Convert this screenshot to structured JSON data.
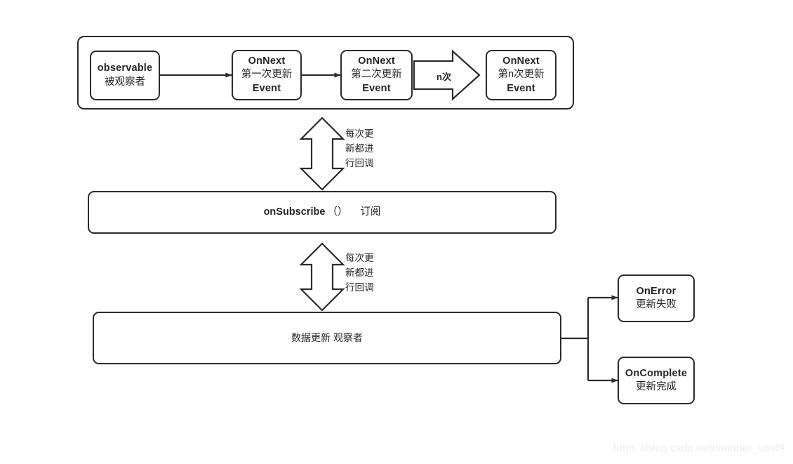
{
  "diagram": {
    "title": "RxJava observable / observer callback flow",
    "watermark": "https://blog.csdn.net/number_cmd9",
    "colors": {
      "stroke": "#2b2b2b",
      "text": "#262626",
      "background": "#ffffff",
      "watermark": "#ececec"
    },
    "observable_group": {
      "nodes": [
        {
          "id": "observable",
          "line1": "observable",
          "line2": "被观察者"
        },
        {
          "id": "onnext-1",
          "line1": "OnNext",
          "line2": "第一次更新",
          "line3": "Event"
        },
        {
          "id": "onnext-2",
          "line1": "OnNext",
          "line2": "第二次更新",
          "line3": "Event"
        },
        {
          "id": "onnext-n",
          "line1": "OnNext",
          "line2": "第n次更新",
          "line3": "Event"
        }
      ],
      "repeat_arrow_label": "n次"
    },
    "callback_note_top": "每次更\n新都进\n行回调",
    "callback_note_bottom": "每次更\n新都进\n行回调",
    "subscribe_box": {
      "fn": "onSubscribe",
      "paren": "（）",
      "zh": "订阅"
    },
    "observer_box": {
      "label": "数据更新  观察者"
    },
    "terminal_nodes": [
      {
        "id": "onerror",
        "line1": "OnError",
        "line2": "更新失败"
      },
      {
        "id": "oncomplete",
        "line1": "OnComplete",
        "line2": "更新完成"
      }
    ]
  }
}
